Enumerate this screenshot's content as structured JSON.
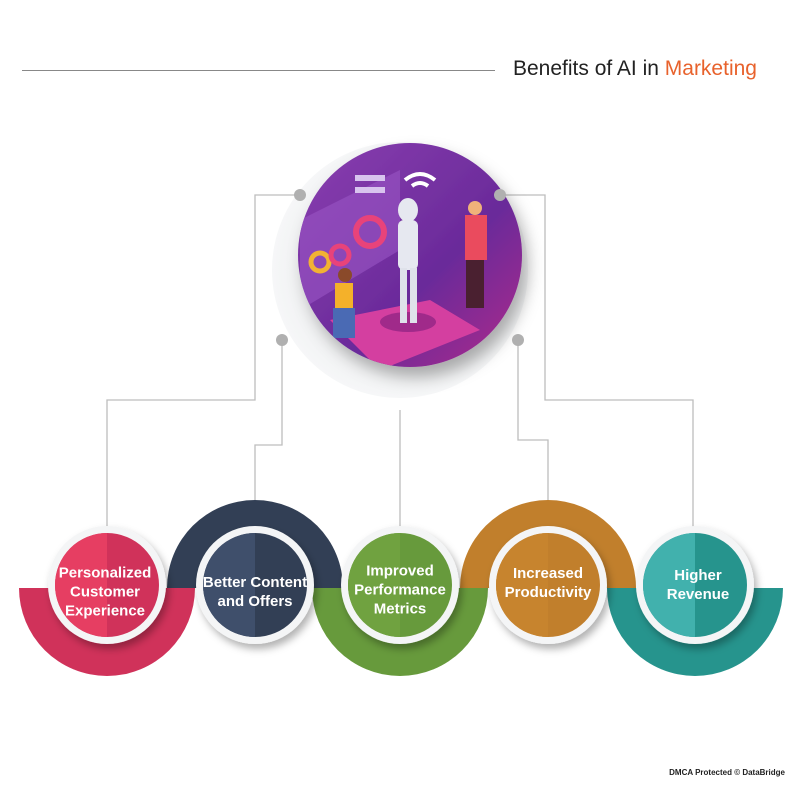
{
  "title": {
    "prefix": "Benefits of AI in ",
    "accent": "Marketing",
    "accent_color": "#e8622c"
  },
  "hero": {
    "icon": "ai-robot-marketing-illustration"
  },
  "benefits": [
    {
      "label": "Personalized Customer Experience",
      "color": "#d0325a",
      "light": "#e63e62"
    },
    {
      "label": "Better Content and Offers",
      "color": "#323f55",
      "light": "#3f4f6b"
    },
    {
      "label": "Improved Performance Metrics",
      "color": "#679a3c",
      "light": "#70a240"
    },
    {
      "label": "Increased Productivity",
      "color": "#c17f2c",
      "light": "#c7842e"
    },
    {
      "label": "Higher Revenue",
      "color": "#26948d",
      "light": "#41b1ad"
    }
  ],
  "footer": "DMCA Protected © DataBridge"
}
